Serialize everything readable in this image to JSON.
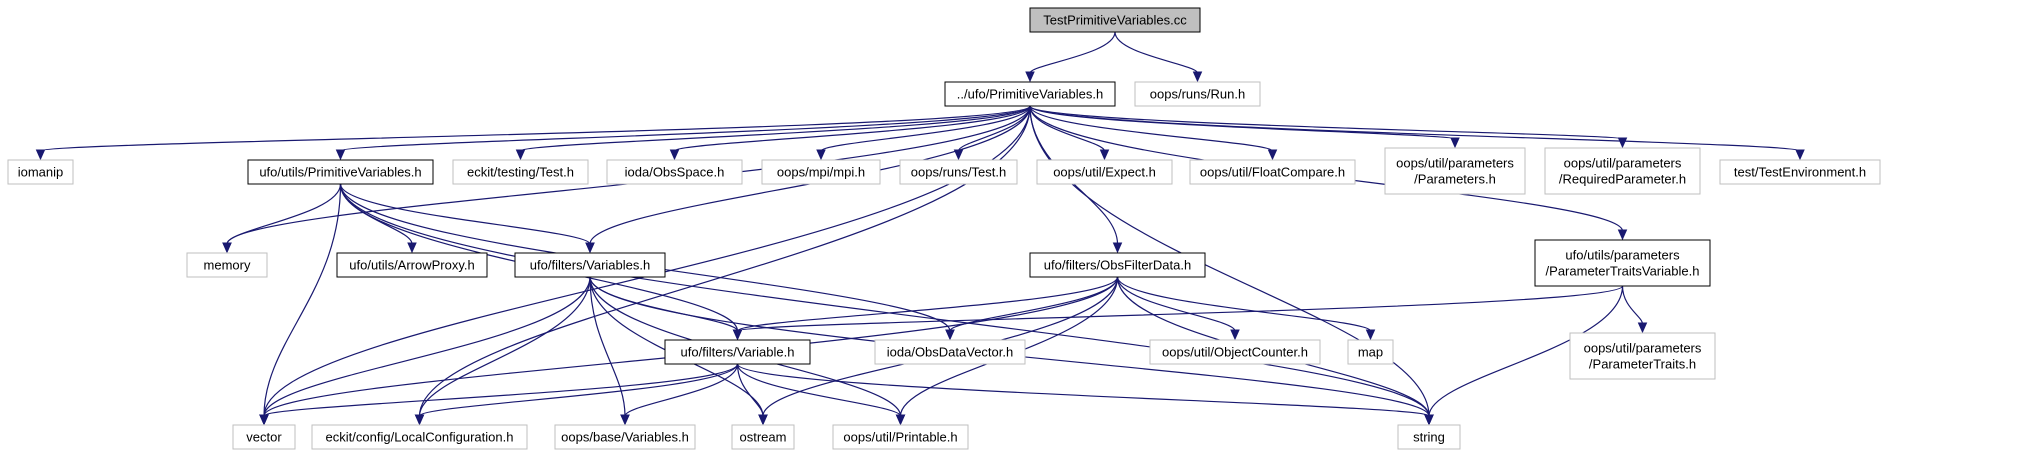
{
  "nodes": [
    {
      "id": "root",
      "label": [
        "TestPrimitiveVariables.cc"
      ],
      "kind": "root"
    },
    {
      "id": "pv",
      "label": [
        "../ufo/PrimitiveVariables.h"
      ],
      "kind": "documented"
    },
    {
      "id": "run",
      "label": [
        "oops/runs/Run.h"
      ],
      "kind": "external"
    },
    {
      "id": "iomanip",
      "label": [
        "iomanip"
      ],
      "kind": "external"
    },
    {
      "id": "upv",
      "label": [
        "ufo/utils/PrimitiveVariables.h"
      ],
      "kind": "documented"
    },
    {
      "id": "ecktest",
      "label": [
        "eckit/testing/Test.h"
      ],
      "kind": "external"
    },
    {
      "id": "obsspace",
      "label": [
        "ioda/ObsSpace.h"
      ],
      "kind": "external"
    },
    {
      "id": "mpi",
      "label": [
        "oops/mpi/mpi.h"
      ],
      "kind": "external"
    },
    {
      "id": "runstest",
      "label": [
        "oops/runs/Test.h"
      ],
      "kind": "external"
    },
    {
      "id": "expect",
      "label": [
        "oops/util/Expect.h"
      ],
      "kind": "external"
    },
    {
      "id": "floatcmp",
      "label": [
        "oops/util/FloatCompare.h"
      ],
      "kind": "external"
    },
    {
      "id": "params",
      "label": [
        "oops/util/parameters",
        "/Parameters.h"
      ],
      "kind": "external"
    },
    {
      "id": "reqparam",
      "label": [
        "oops/util/parameters",
        "/RequiredParameter.h"
      ],
      "kind": "external"
    },
    {
      "id": "testenv",
      "label": [
        "test/TestEnvironment.h"
      ],
      "kind": "external"
    },
    {
      "id": "memory",
      "label": [
        "memory"
      ],
      "kind": "external"
    },
    {
      "id": "arrowproxy",
      "label": [
        "ufo/utils/ArrowProxy.h"
      ],
      "kind": "documented"
    },
    {
      "id": "variables",
      "label": [
        "ufo/filters/Variables.h"
      ],
      "kind": "documented"
    },
    {
      "id": "obsfilterdata",
      "label": [
        "ufo/filters/ObsFilterData.h"
      ],
      "kind": "documented"
    },
    {
      "id": "ptv",
      "label": [
        "ufo/utils/parameters",
        "/ParameterTraitsVariable.h"
      ],
      "kind": "documented"
    },
    {
      "id": "variable",
      "label": [
        "ufo/filters/Variable.h"
      ],
      "kind": "documented"
    },
    {
      "id": "obsdatavec",
      "label": [
        "ioda/ObsDataVector.h"
      ],
      "kind": "external"
    },
    {
      "id": "objcounter",
      "label": [
        "oops/util/ObjectCounter.h"
      ],
      "kind": "external"
    },
    {
      "id": "map",
      "label": [
        "map"
      ],
      "kind": "external"
    },
    {
      "id": "paramtraits",
      "label": [
        "oops/util/parameters",
        "/ParameterTraits.h"
      ],
      "kind": "external"
    },
    {
      "id": "vector",
      "label": [
        "vector"
      ],
      "kind": "external"
    },
    {
      "id": "localconf",
      "label": [
        "eckit/config/LocalConfiguration.h"
      ],
      "kind": "external"
    },
    {
      "id": "basevars",
      "label": [
        "oops/base/Variables.h"
      ],
      "kind": "external"
    },
    {
      "id": "ostream",
      "label": [
        "ostream"
      ],
      "kind": "external"
    },
    {
      "id": "printable",
      "label": [
        "oops/util/Printable.h"
      ],
      "kind": "external"
    },
    {
      "id": "string",
      "label": [
        "string"
      ],
      "kind": "external"
    }
  ],
  "edges": [
    [
      "root",
      "pv"
    ],
    [
      "root",
      "run"
    ],
    [
      "pv",
      "iomanip"
    ],
    [
      "pv",
      "upv"
    ],
    [
      "pv",
      "ecktest"
    ],
    [
      "pv",
      "obsspace"
    ],
    [
      "pv",
      "mpi"
    ],
    [
      "pv",
      "runstest"
    ],
    [
      "pv",
      "expect"
    ],
    [
      "pv",
      "floatcmp"
    ],
    [
      "pv",
      "params"
    ],
    [
      "pv",
      "reqparam"
    ],
    [
      "pv",
      "testenv"
    ],
    [
      "pv",
      "memory"
    ],
    [
      "pv",
      "vector"
    ],
    [
      "pv",
      "localconf"
    ],
    [
      "pv",
      "variables"
    ],
    [
      "pv",
      "obsfilterdata"
    ],
    [
      "pv",
      "ptv"
    ],
    [
      "pv",
      "string"
    ],
    [
      "upv",
      "memory"
    ],
    [
      "upv",
      "arrowproxy"
    ],
    [
      "upv",
      "variables"
    ],
    [
      "upv",
      "variable"
    ],
    [
      "upv",
      "vector"
    ],
    [
      "upv",
      "obsdatavec"
    ],
    [
      "upv",
      "string"
    ],
    [
      "variables",
      "variable"
    ],
    [
      "variables",
      "vector"
    ],
    [
      "variables",
      "localconf"
    ],
    [
      "variables",
      "basevars"
    ],
    [
      "variables",
      "ostream"
    ],
    [
      "variables",
      "printable"
    ],
    [
      "variables",
      "string"
    ],
    [
      "obsfilterdata",
      "variable"
    ],
    [
      "obsfilterdata",
      "obsdatavec"
    ],
    [
      "obsfilterdata",
      "objcounter"
    ],
    [
      "obsfilterdata",
      "map"
    ],
    [
      "obsfilterdata",
      "vector"
    ],
    [
      "obsfilterdata",
      "ostream"
    ],
    [
      "obsfilterdata",
      "printable"
    ],
    [
      "obsfilterdata",
      "string"
    ],
    [
      "ptv",
      "variable"
    ],
    [
      "ptv",
      "paramtraits"
    ],
    [
      "ptv",
      "string"
    ],
    [
      "variable",
      "vector"
    ],
    [
      "variable",
      "localconf"
    ],
    [
      "variable",
      "basevars"
    ],
    [
      "variable",
      "ostream"
    ],
    [
      "variable",
      "printable"
    ],
    [
      "variable",
      "string"
    ]
  ]
}
